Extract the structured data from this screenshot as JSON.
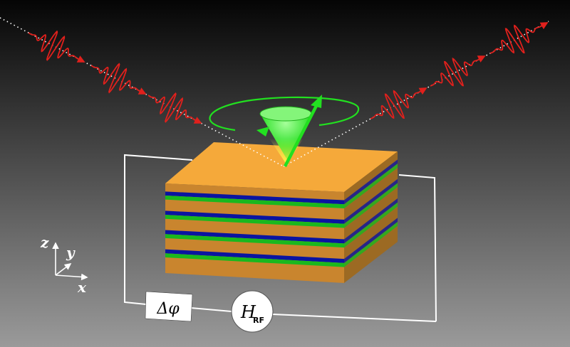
{
  "background": {
    "top_color": "#050505",
    "bottom_color": "#9a9a9a"
  },
  "colors": {
    "pulse": "#e0201c",
    "precession": "#22e020",
    "stack_top": "#f5a93a",
    "stack_front": "#c9852e",
    "stack_side": "#9c6a23",
    "layer_blue": "#0a14a0",
    "layer_green": "#19b81e",
    "wire": "#ffffff"
  },
  "axes_labels": {
    "z": "z",
    "y": "y",
    "x": "x"
  },
  "phase_box": {
    "text": "Δφ"
  },
  "rf_source": {
    "main": "H",
    "sub": "RF"
  },
  "stack": {
    "layer_pairs": 4
  },
  "pulses": {
    "incoming_count": 3,
    "outgoing_count": 3
  }
}
